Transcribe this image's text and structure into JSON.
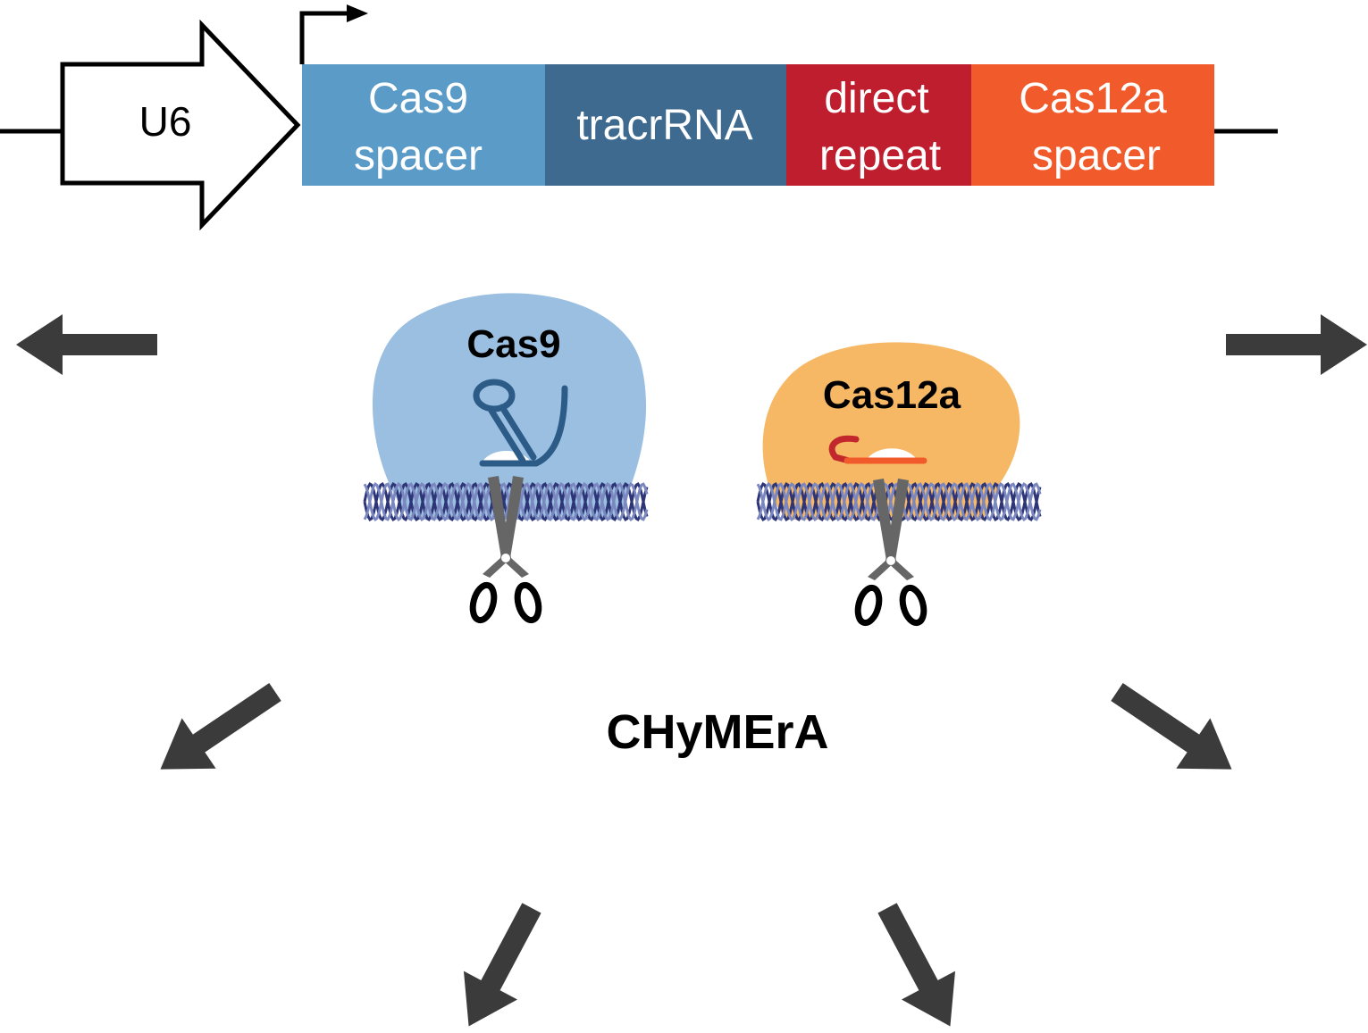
{
  "construct": {
    "promoter_label": "U6",
    "segments": [
      {
        "line1": "Cas9",
        "line2": "spacer",
        "color": "#5b9bc8"
      },
      {
        "line1": "",
        "line2": "tracrRNA",
        "color": "#3d6a8e"
      },
      {
        "line1": "direct",
        "line2": "repeat",
        "color": "#be1e2d"
      },
      {
        "line1": "Cas12a",
        "line2": "spacer",
        "color": "#f15a2b"
      }
    ]
  },
  "proteins": {
    "cas9": {
      "label": "Cas9",
      "color": "#9bbfe0",
      "rna_color": "#2c5b87"
    },
    "cas12a": {
      "label": "Cas12a",
      "color": "#f7b866",
      "rna_color": "#c1272d",
      "rna_color2": "#f15a2b"
    }
  },
  "center_title": "CHyMErA",
  "colors": {
    "arrow": "#3b3b3b",
    "dna_dark": "#2e3577",
    "dna_light": "#7b88c0",
    "scissors": "#666666"
  }
}
